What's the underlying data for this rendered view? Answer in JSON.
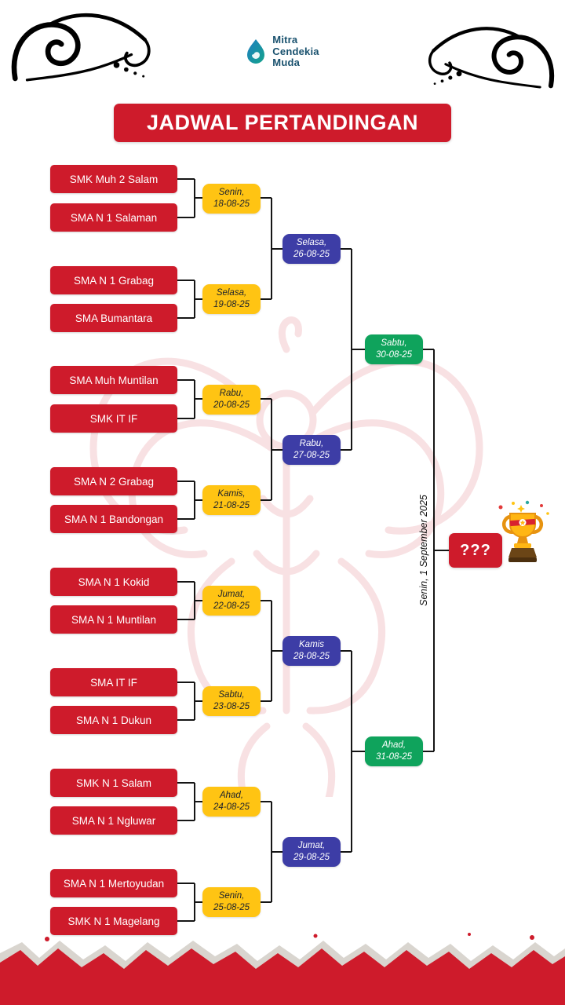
{
  "header": {
    "logo_lines": [
      "Mitra",
      "Cendekia",
      "Muda"
    ],
    "title": "JADWAL PERTANDINGAN"
  },
  "bracket": {
    "round1": [
      {
        "team1": "SMK Muh 2 Salam",
        "team2": "SMA N 1 Salaman",
        "day": "Senin,",
        "date": "18-08-25"
      },
      {
        "team1": "SMA N 1 Grabag",
        "team2": "SMA Bumantara",
        "day": "Selasa,",
        "date": "19-08-25"
      },
      {
        "team1": "SMA Muh Muntilan",
        "team2": "SMK IT IF",
        "day": "Rabu,",
        "date": "20-08-25"
      },
      {
        "team1": "SMA N 2 Grabag",
        "team2": "SMA N 1 Bandongan",
        "day": "Kamis,",
        "date": "21-08-25"
      },
      {
        "team1": "SMA N 1 Kokid",
        "team2": "SMA N 1 Muntilan",
        "day": "Jumat,",
        "date": "22-08-25"
      },
      {
        "team1": "SMA IT IF",
        "team2": "SMA N 1 Dukun",
        "day": "Sabtu,",
        "date": "23-08-25"
      },
      {
        "team1": "SMK N 1 Salam",
        "team2": "SMA N 1 Ngluwar",
        "day": "Ahad,",
        "date": "24-08-25"
      },
      {
        "team1": "SMA N 1 Mertoyudan",
        "team2": "SMK N 1 Magelang",
        "day": "Senin,",
        "date": "25-08-25"
      }
    ],
    "round2": [
      {
        "day": "Selasa,",
        "date": "26-08-25"
      },
      {
        "day": "Rabu,",
        "date": "27-08-25"
      },
      {
        "day": "Kamis",
        "date": "28-08-25"
      },
      {
        "day": "Jumat,",
        "date": "29-08-25"
      }
    ],
    "semifinals": [
      {
        "day": "Sabtu,",
        "date": "30-08-25"
      },
      {
        "day": "Ahad,",
        "date": "31-08-25"
      }
    ],
    "final": {
      "date": "Senin, 1 September 2025",
      "winner": "???"
    }
  },
  "colors": {
    "red": "#ce1b2b",
    "yellow": "#ffc413",
    "blue": "#3d3da6",
    "green": "#0fa35c",
    "line": "#151515"
  }
}
